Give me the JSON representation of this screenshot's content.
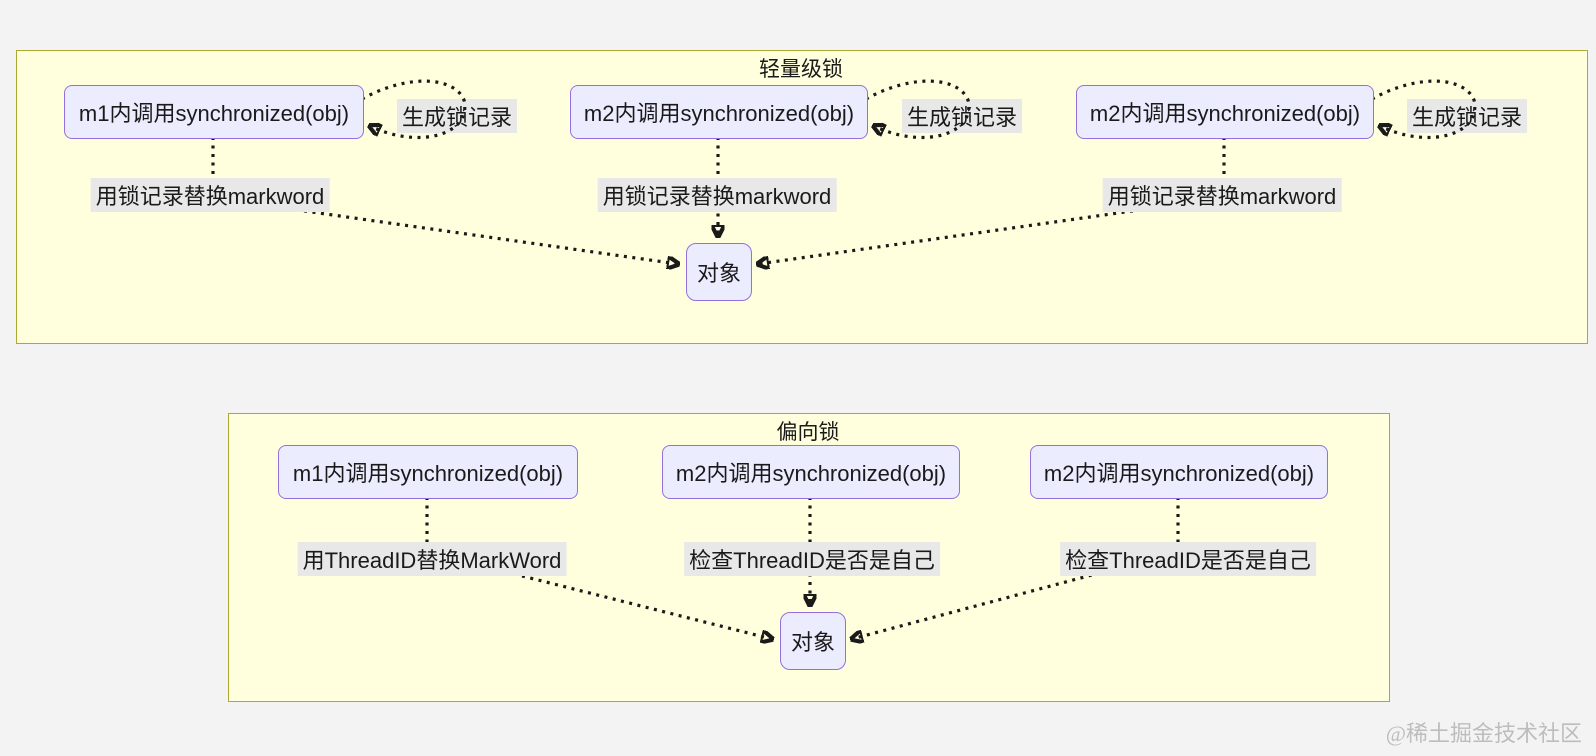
{
  "colors": {
    "bg": "#f3f3f3",
    "cluster_fill": "#ffffde",
    "cluster_border": "#aaaa33",
    "node_fill": "#ececff",
    "node_border": "#9370db",
    "label_bg": "#e8e8e8",
    "edge": "#1a1a1a",
    "text": "#1a1a1a",
    "watermark": "#bdbdbd"
  },
  "clusters": [
    {
      "title": "轻量级锁",
      "nodes": [
        {
          "label": "m1内调用synchronized(obj)"
        },
        {
          "label": "m2内调用synchronized(obj)"
        },
        {
          "label": "m2内调用synchronized(obj)"
        }
      ],
      "loop_labels": [
        "生成锁记录",
        "生成锁记录",
        "生成锁记录"
      ],
      "edge_labels": [
        "用锁记录替换markword",
        "用锁记录替换markword",
        "用锁记录替换markword"
      ],
      "target": "对象"
    },
    {
      "title": "偏向锁",
      "nodes": [
        {
          "label": "m1内调用synchronized(obj)"
        },
        {
          "label": "m2内调用synchronized(obj)"
        },
        {
          "label": "m2内调用synchronized(obj)"
        }
      ],
      "edge_labels": [
        "用ThreadID替换MarkWord",
        "检查ThreadID是否是自己",
        "检查ThreadID是否是自己"
      ],
      "target": "对象"
    }
  ],
  "watermark": "@稀土掘金技术社区"
}
